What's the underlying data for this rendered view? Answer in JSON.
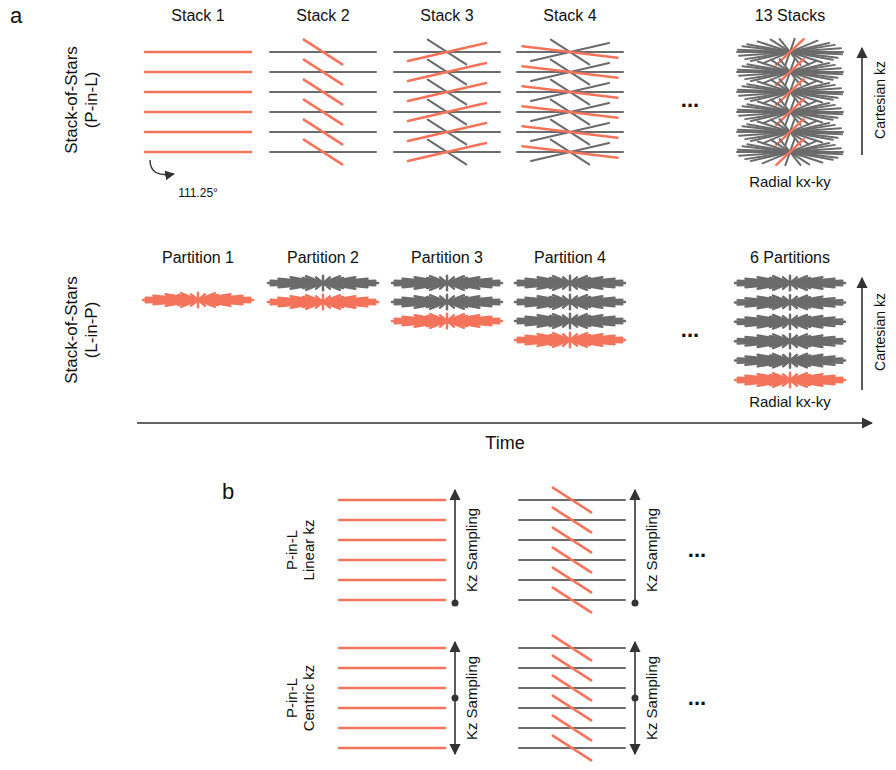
{
  "diagram": {
    "labels": [
      "a",
      "Stack-of-Stars (P-in-L)",
      "Stack 1",
      "Stack 2",
      "Stack 3",
      "Stack 4",
      "...",
      "13 Stacks",
      "Cartesian kz",
      "Radial kx-ky",
      "111.25°",
      "Stack-of-Stars (L-in-P)",
      "Partition 1",
      "Partition 2",
      "Partition 3",
      "Partition 4",
      "...",
      "6 Partitions",
      "Cartesian kz",
      "Radial kx-ky",
      "Time",
      "b",
      "P-in-L Linear kz",
      "Kz Sampling",
      "Kz Sampling",
      "...",
      "P-in-L Centric kz",
      "Kz Sampling",
      "Kz Sampling",
      "..."
    ]
  }
}
